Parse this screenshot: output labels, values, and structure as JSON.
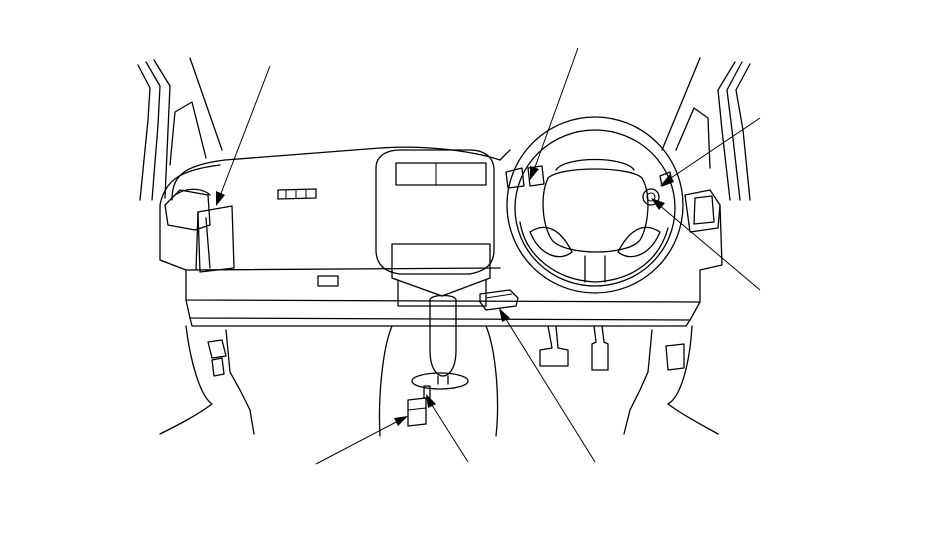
{
  "diagram": {
    "type": "vehicle interior component locator (right-hand drive)",
    "background": "#ffffff",
    "line_color": "#000000",
    "components": [
      {
        "id": "passenger-side-box",
        "label": ""
      },
      {
        "id": "steering-column-switch",
        "label": ""
      },
      {
        "id": "upper-dash-right-part",
        "label": ""
      },
      {
        "id": "ignition-switch",
        "label": ""
      },
      {
        "id": "under-dash-connector",
        "label": ""
      },
      {
        "id": "shift-lever-part",
        "label": ""
      },
      {
        "id": "console-box-unit",
        "label": ""
      }
    ]
  }
}
